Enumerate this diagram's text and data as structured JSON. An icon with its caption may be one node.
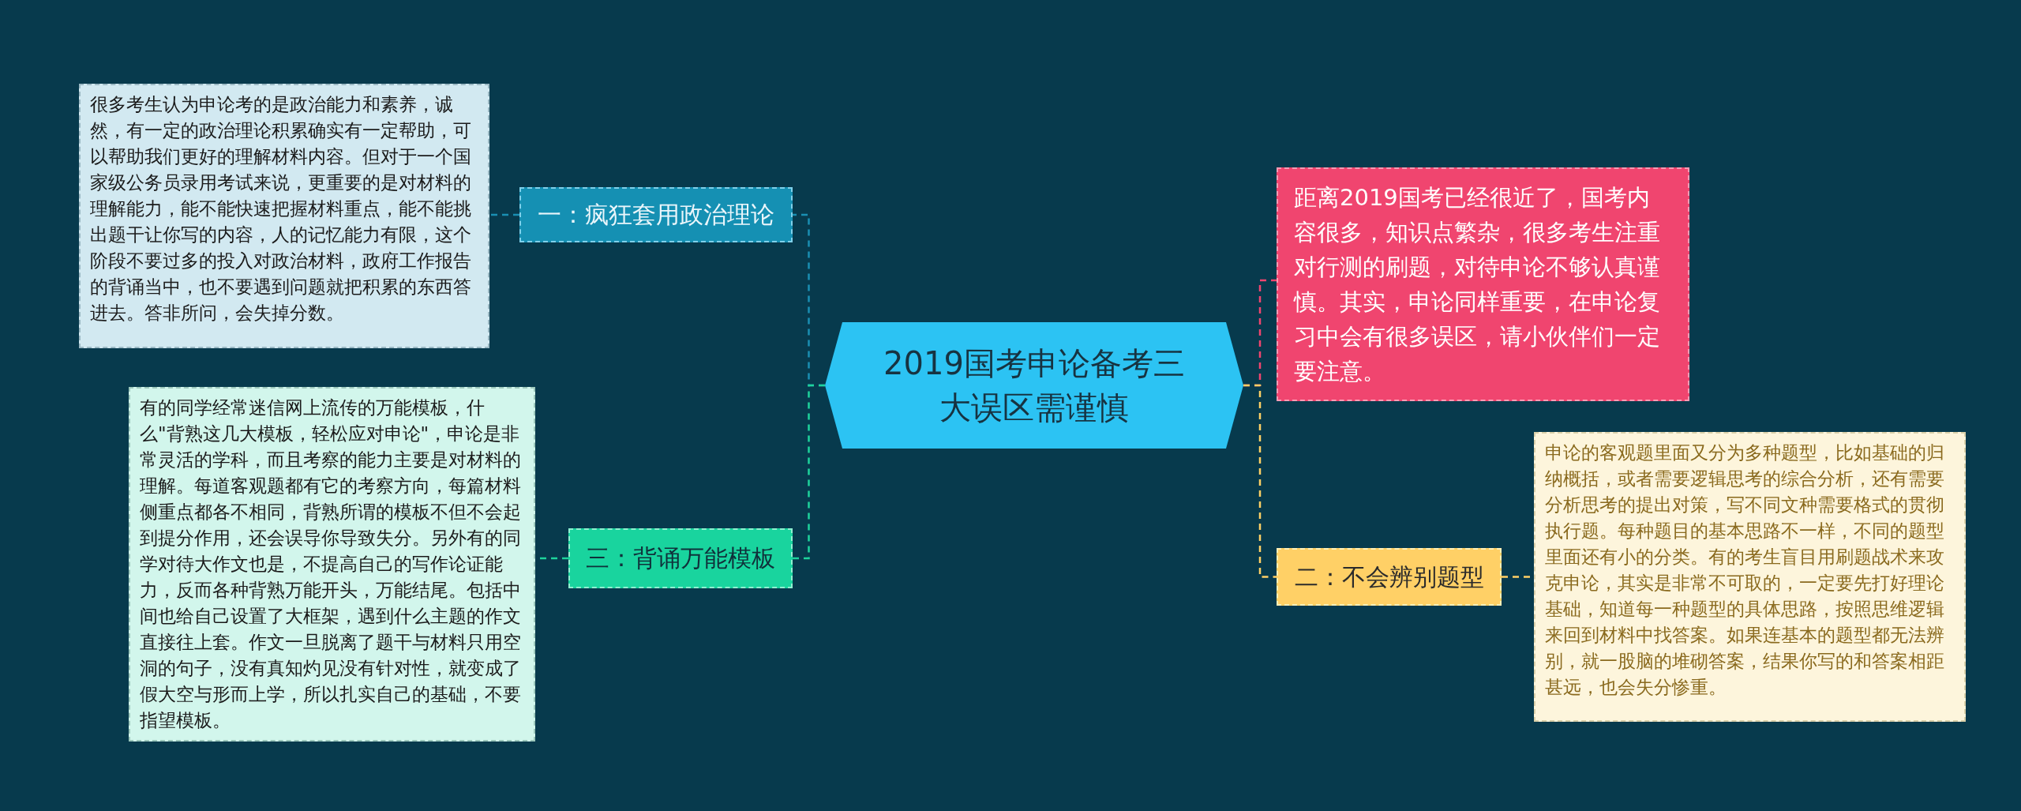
{
  "diagram": {
    "nodes": [
      {
        "text": [
          "2019国考申论备考三大误区需谨慎"
        ]
      },
      {
        "text": [
          "一：疯狂套用政治理论"
        ]
      },
      {
        "text": [
          "很多考生认为申论考的是政治能力和素养，诚然，有一定的政治理论积累确实有一定帮助，可以帮助我们更好的理解材料内容。但对于一个国家级公务员录用考试来说，更重要的是对材料的理解能力，能不能快速把握材料重点，能不能挑出题干让你写的内容，人的记忆能力有限，这个阶段不要过多的投入对政治材料，政府工作报告的背诵当中，也不要遇到问题就把积累的东西答进去。答非所问，会失掉分数。"
        ]
      },
      {
        "text": [
          "三：背诵万能模板"
        ]
      },
      {
        "text": [
          "有的同学经常迷信网上流传的万能模板，什么\"背熟这几大模板，轻松应对申论\"，申论是非常灵活的学科，而且考察的能力主要是对材料的理解。每道客观题都有它的考察方向，每篇材料侧重点都各不相同，背熟所谓的模板不但不会起到提分作用，还会误导你导致失分。另外有的同学对待大作文也是，不提高自己的写作论证能力，反而各种背熟万能开头，万能结尾。包括中间也给自己设置了大框架，遇到什么主题的作文直接往上套。作文一旦脱离了题干与材料只用空洞的句子，没有真知灼见没有针对性，就变成了假大空与形而上学，所以扎实自己的基础，不要指望模板。"
        ]
      },
      {
        "text": [
          "距离2019国考已经很近了，国考内容很多，知识点繁杂，很多考生注重对行测的刷题，对待申论不够认真谨慎。其实，申论同样重要，在申论复习中会有很多误区，请小伙伴们一定要注意。"
        ]
      },
      {
        "text": [
          "二：不会辨别题型"
        ]
      },
      {
        "text": [
          "申论的客观题里面又分为多种题型，比如基础的归纳概括，或者需要逻辑思考的综合分析，还有需要分析思考的提出对策，写不同文种需要格式的贯彻执行题。每种题目的基本思路不一样，不同的题型里面还有小的分类。有的考生盲目用刷题战术来攻克申论，其实是非常不可取的，一定要先打好理论基础，知道每一种题型的具体思路，按照思维逻辑来回到材料中找答案。如果连基本的题型都无法辨别，就一股脑的堆砌答案，结果你写的和答案相距甚远，也会失分惨重。"
        ]
      }
    ],
    "edges": [
      {
        "from": 0,
        "to": 1,
        "arrow": "none",
        "style": "dashed",
        "color": "#1a8fb3"
      },
      {
        "from": 1,
        "to": 2,
        "arrow": "none",
        "style": "dashed",
        "color": "#1a8fb3"
      },
      {
        "from": 0,
        "to": 3,
        "arrow": "none",
        "style": "dashed",
        "color": "#1ed49c"
      },
      {
        "from": 3,
        "to": 4,
        "arrow": "none",
        "style": "dashed",
        "color": "#1ed49c"
      },
      {
        "from": 0,
        "to": 5,
        "arrow": "none",
        "style": "dashed",
        "color": "#f0456f"
      },
      {
        "from": 0,
        "to": 6,
        "arrow": "none",
        "style": "dashed",
        "color": "#ffd066"
      },
      {
        "from": 6,
        "to": 7,
        "arrow": "none",
        "style": "dashed",
        "color": "#ffd066"
      }
    ]
  }
}
